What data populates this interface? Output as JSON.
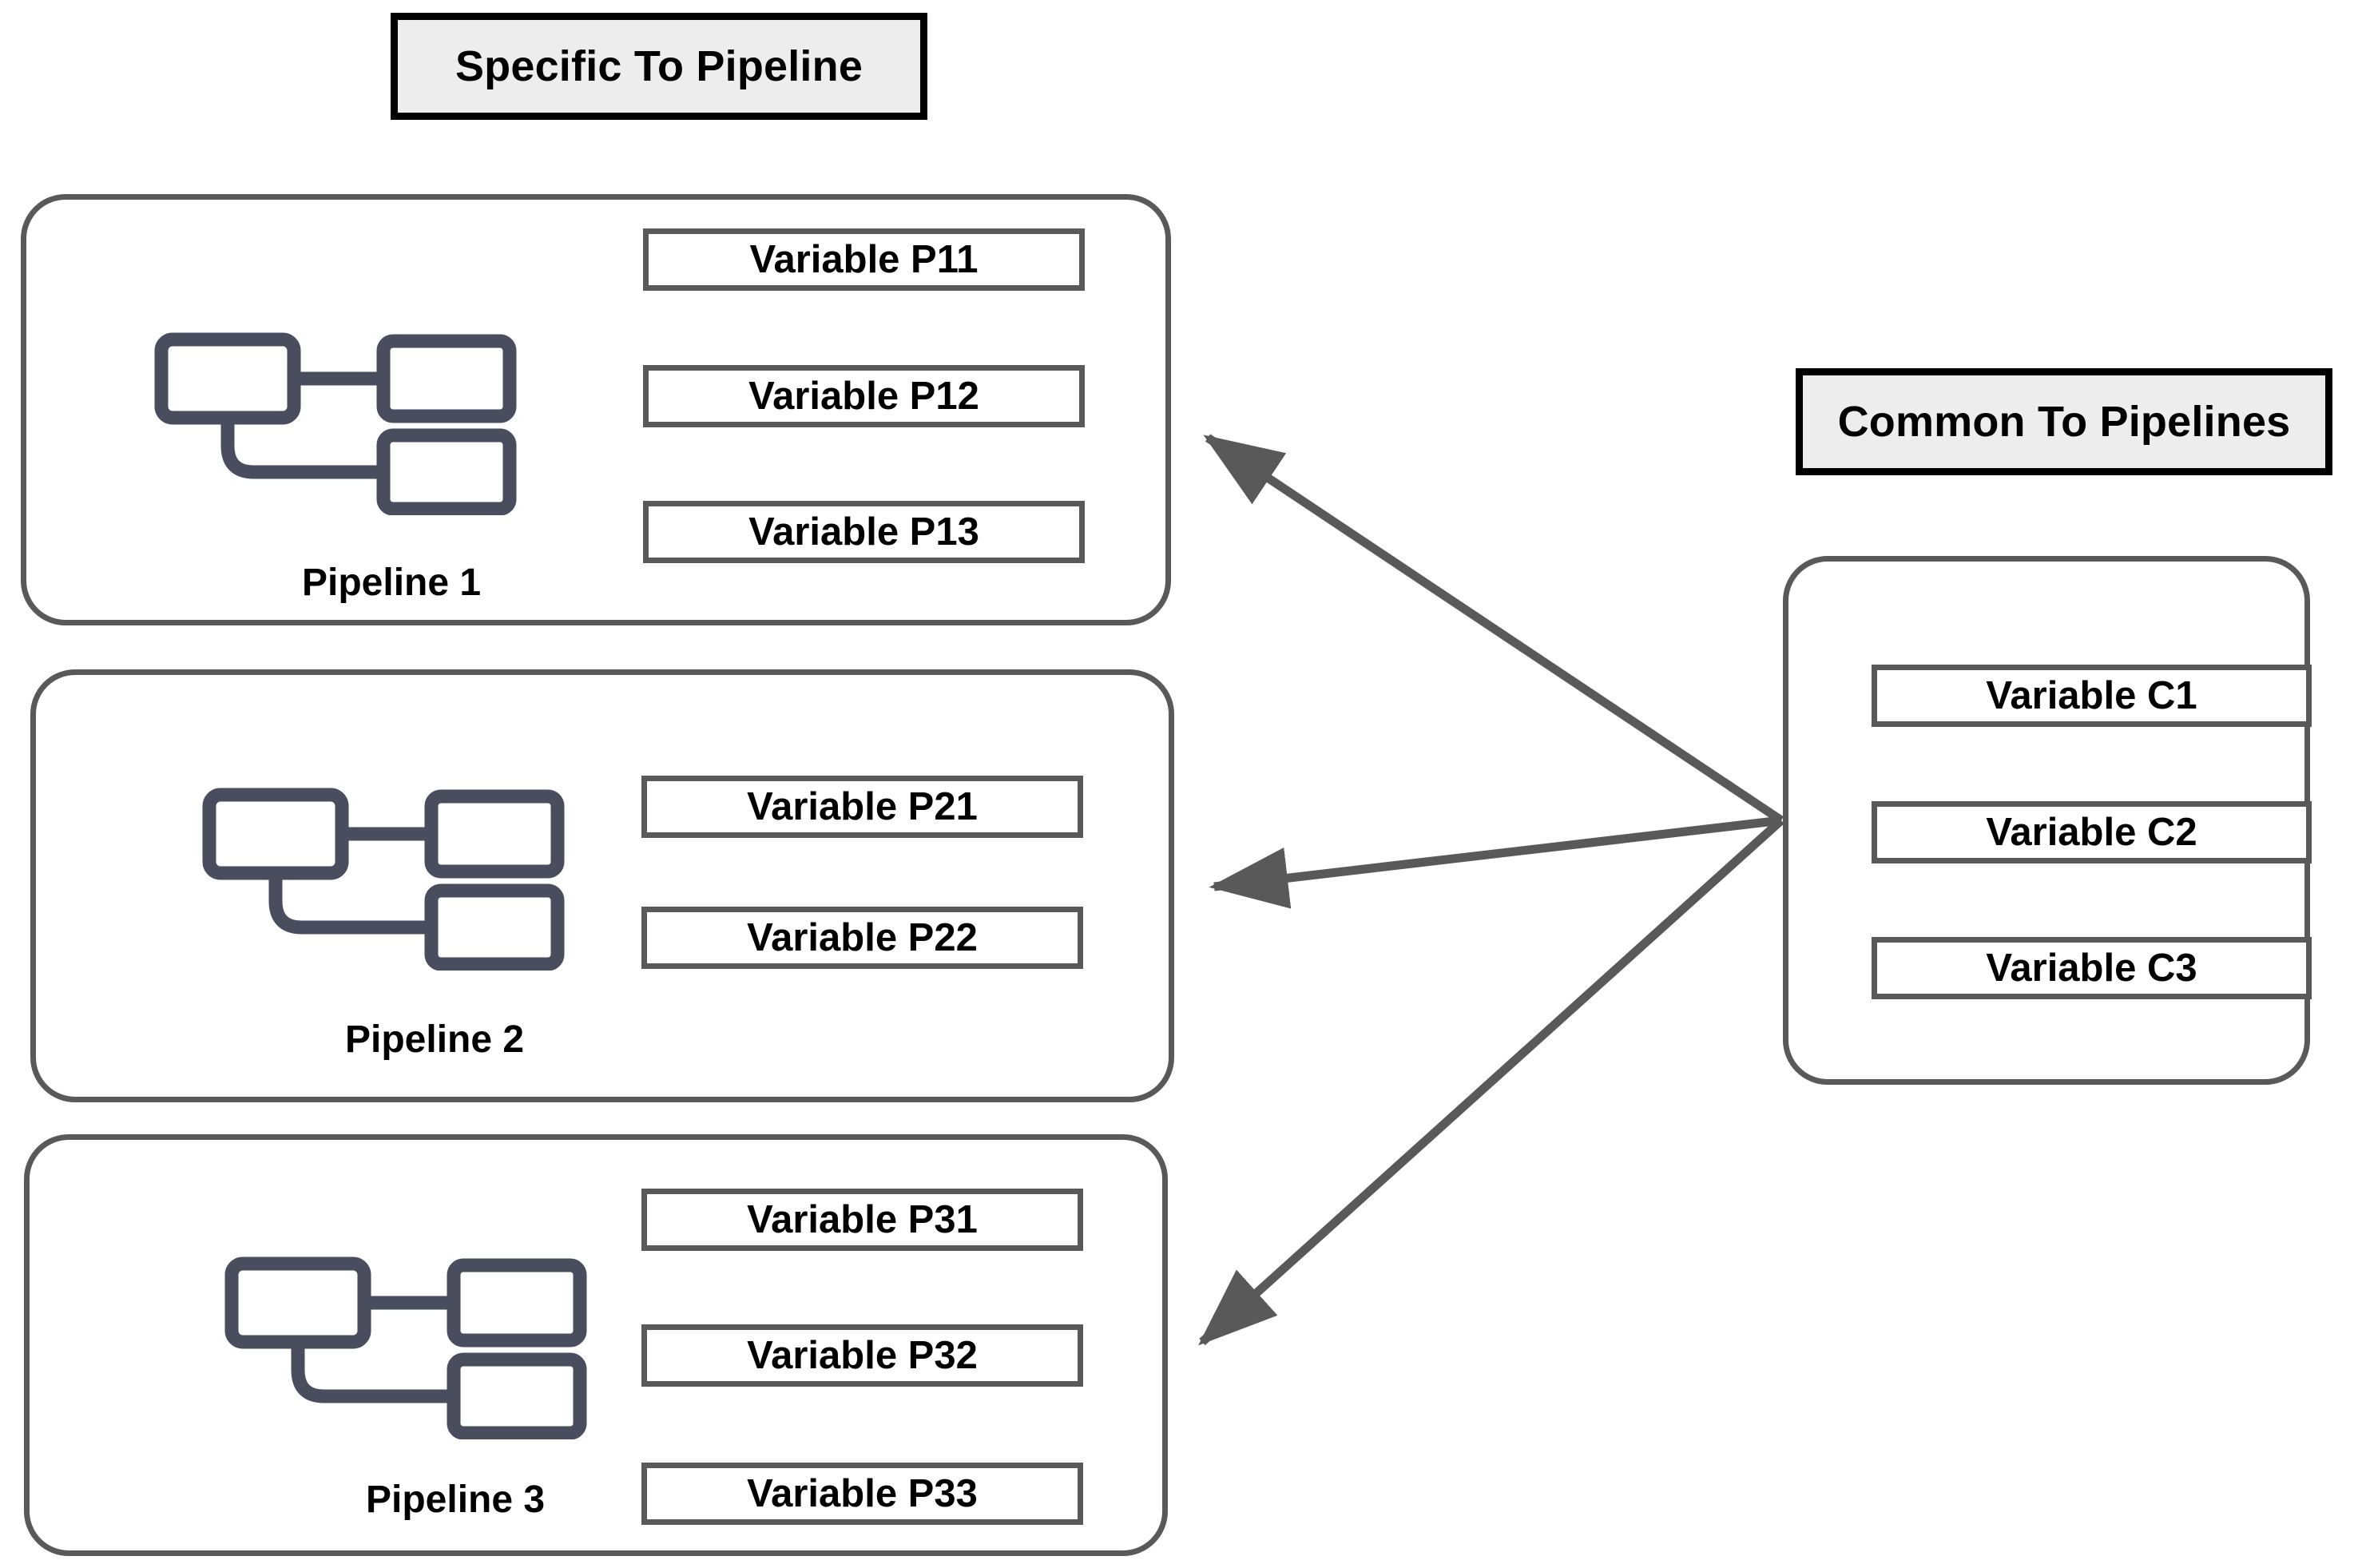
{
  "diagram": {
    "title_specific": "Specific To Pipeline",
    "title_common": "Common To Pipelines",
    "accent_border_color": "#595959",
    "icon_color": "#4a4d5e",
    "legend_fill_color": "#ededed",
    "legend_border_color": "#000000",
    "arrow_color": "#595959"
  },
  "legend": {
    "specific": {
      "label": "Specific To Pipeline"
    },
    "common": {
      "label": "Common To Pipelines"
    }
  },
  "pipelines": [
    {
      "name": "Pipeline 1",
      "icon": "pipeline-flow-icon",
      "variables": [
        {
          "label": "Variable P11"
        },
        {
          "label": "Variable P12"
        },
        {
          "label": "Variable P13"
        }
      ]
    },
    {
      "name": "Pipeline 2",
      "icon": "pipeline-flow-icon",
      "variables": [
        {
          "label": "Variable P21"
        },
        {
          "label": "Variable P22"
        }
      ]
    },
    {
      "name": "Pipeline 3",
      "icon": "pipeline-flow-icon",
      "variables": [
        {
          "label": "Variable P31"
        },
        {
          "label": "Variable P32"
        },
        {
          "label": "Variable P33"
        }
      ]
    }
  ],
  "common_group": {
    "variables": [
      {
        "label": "Variable C1"
      },
      {
        "label": "Variable C2"
      },
      {
        "label": "Variable C3"
      }
    ]
  },
  "connections": [
    {
      "from": "common-group",
      "to": "pipeline-1",
      "arrowhead": "to"
    },
    {
      "from": "common-group",
      "to": "pipeline-2",
      "arrowhead": "to"
    },
    {
      "from": "common-group",
      "to": "pipeline-3",
      "arrowhead": "to"
    }
  ]
}
